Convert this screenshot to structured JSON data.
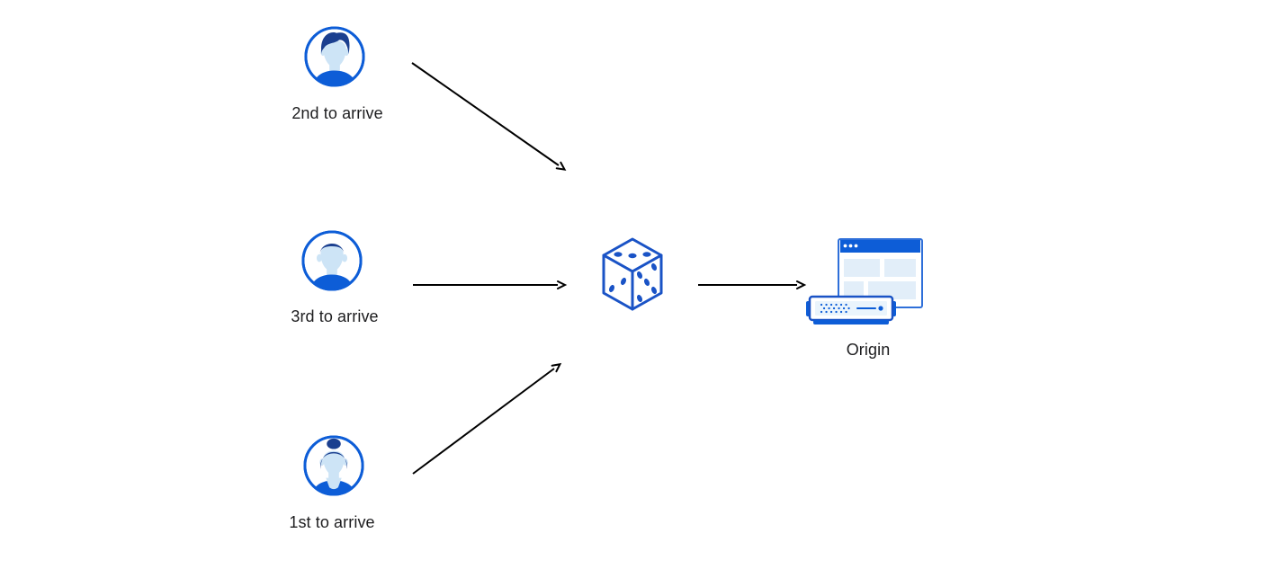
{
  "diagram": {
    "title": "requests-randomly-steered-to-origin",
    "actors": [
      {
        "label": "2nd to arrive",
        "icon": "user-avatar-man-sideswept-icon"
      },
      {
        "label": "3rd to arrive",
        "icon": "user-avatar-man-flattop-icon"
      },
      {
        "label": "1st to arrive",
        "icon": "user-avatar-woman-bun-icon"
      }
    ],
    "center": {
      "icon": "dice-icon"
    },
    "origin": {
      "label": "Origin",
      "icon": "origin-server-icon"
    },
    "connections": [
      {
        "from": "2nd to arrive",
        "to": "dice"
      },
      {
        "from": "3rd to arrive",
        "to": "dice"
      },
      {
        "from": "1st to arrive",
        "to": "dice"
      },
      {
        "from": "dice",
        "to": "Origin"
      }
    ]
  },
  "colors": {
    "primary_blue": "#0d5dd7",
    "dark_navy": "#1b3f8f",
    "face_blue": "#cde4f6",
    "pale_blue": "#e2eef9",
    "dice_blue": "#1a53c6",
    "window_border": "#2e6fd9",
    "server_inner": "#eaf4fc",
    "arrow_black": "#000000",
    "label_text": "#1d1d1f",
    "canvas_bg": "#ffffff"
  }
}
